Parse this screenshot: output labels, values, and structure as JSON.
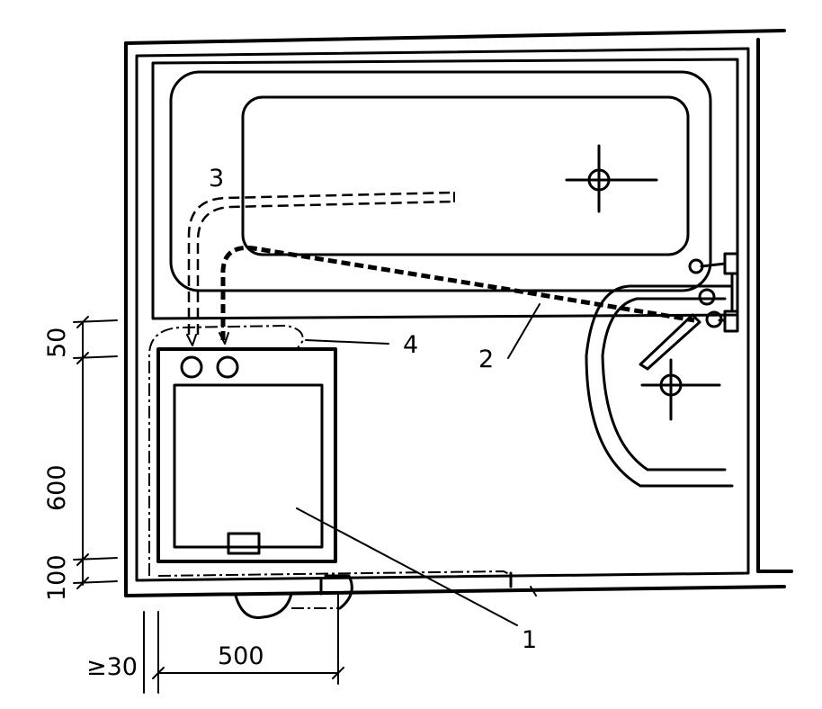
{
  "callouts": {
    "label_1": "1",
    "label_2": "2",
    "label_3": "3",
    "label_4": "4"
  },
  "dimensions": {
    "vertical_top": "50",
    "vertical_middle": "600",
    "vertical_bottom": "100",
    "horizontal_width": "500",
    "horizontal_offset": "≥30"
  }
}
